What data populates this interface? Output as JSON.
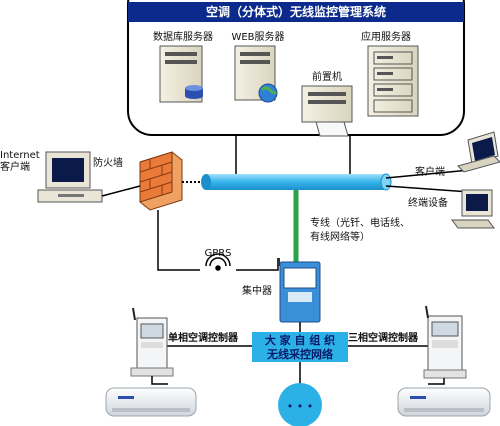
{
  "title": "空调（分体式）无线监控管理系统",
  "servers": {
    "database": "数据库服务器",
    "web": "WEB服务器",
    "app": "应用服务器",
    "frontend": "前置机"
  },
  "internet_client": [
    "Internet",
    "客户端"
  ],
  "firewall": "防火墙",
  "client_right": "客户端",
  "terminal": "终端设备",
  "dedicated_line": [
    "专线（光钎、电话线、",
    "有线网络等）"
  ],
  "gprs": "GPRS",
  "concentrator": "集中器",
  "single_phase": "单相空调控制器",
  "three_phase": "三相空调控制器",
  "mesh": [
    "大 家 自 组 织",
    "无线采控网络"
  ],
  "more": "• • •",
  "colors": {
    "title_bg": "#0b2a8c",
    "bus": "#35b4ea",
    "mesh": "#2cb1e6",
    "green": "#2aa24a"
  }
}
